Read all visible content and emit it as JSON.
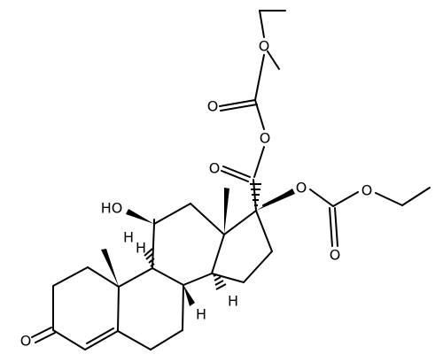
{
  "atoms": {
    "o_ester1_top": "O",
    "o_carbonyl1": "O",
    "o_bridge": "O",
    "o_carbonyl2": "O",
    "o_17": "O",
    "o_ester2": "O",
    "o_carbonyl3": "O",
    "ho_11": "HO",
    "h_11": "H",
    "h_9": "H",
    "h_8": "H",
    "h_14": "H",
    "o_3": "O"
  },
  "colors": {
    "ink": "#000000",
    "background": "#ffffff"
  }
}
